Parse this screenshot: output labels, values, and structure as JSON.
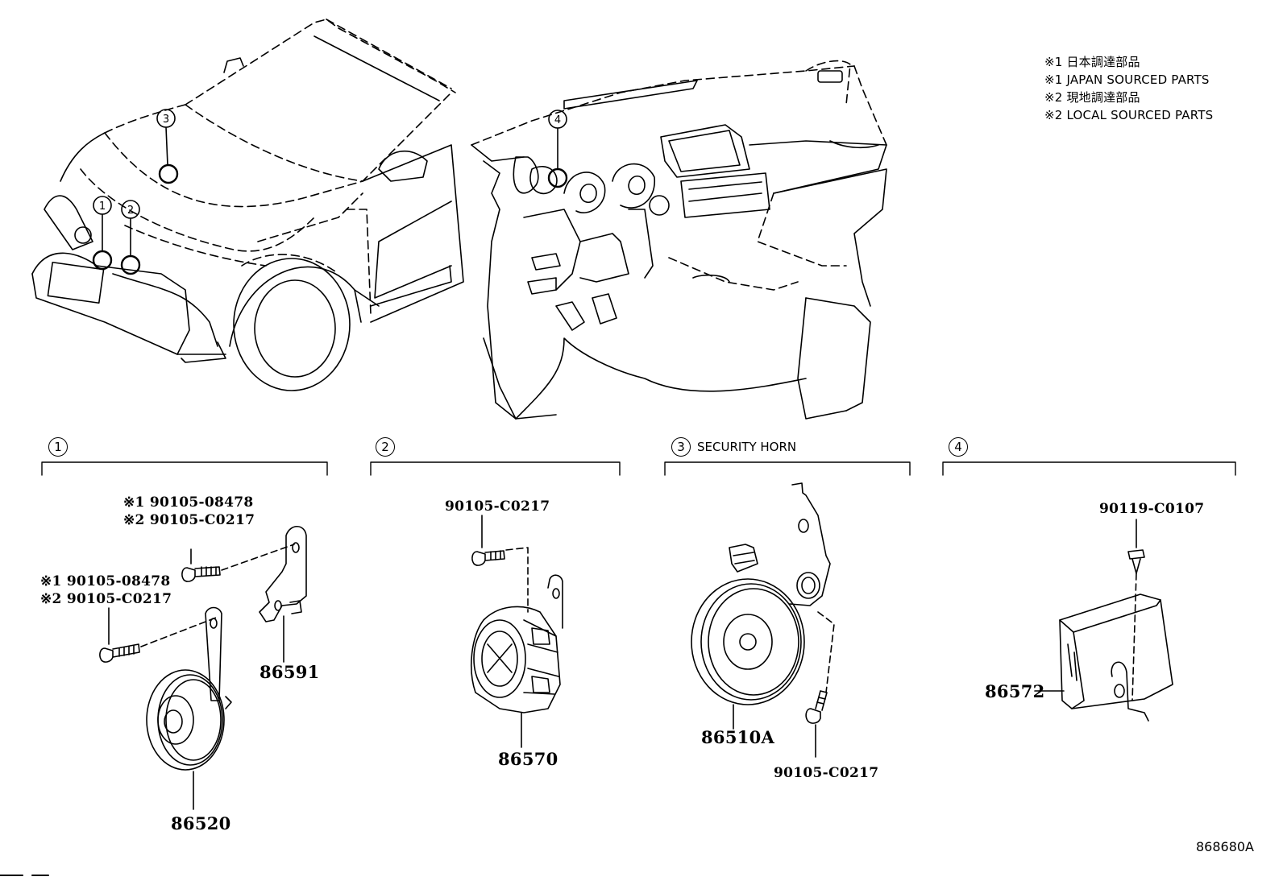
{
  "legend": {
    "line1": "※1 日本調達部品",
    "line2": "※1 JAPAN SOURCED PARTS",
    "line3": "※2 現地調達部品",
    "line4": "※2 LOCAL SOURCED PARTS"
  },
  "overview": {
    "callouts": [
      "1",
      "2",
      "3",
      "4"
    ]
  },
  "sections": [
    {
      "num": "1",
      "title": ""
    },
    {
      "num": "2",
      "title": ""
    },
    {
      "num": "3",
      "title": "SECURITY HORN"
    },
    {
      "num": "4",
      "title": ""
    }
  ],
  "parts": {
    "s1_bolt_a1": "※1 90105-08478",
    "s1_bolt_a2": "※2 90105-C0217",
    "s1_bolt_b1": "※1 90105-08478",
    "s1_bolt_b2": "※2 90105-C0217",
    "s1_bracket": "86591",
    "s1_horn": "86520",
    "s2_bolt": "90105-C0217",
    "s2_horn": "86570",
    "s3_horn": "86510A",
    "s3_bolt": "90105-C0217",
    "s4_screw": "90119-C0107",
    "s4_unit": "86572"
  },
  "reference": "868680A"
}
